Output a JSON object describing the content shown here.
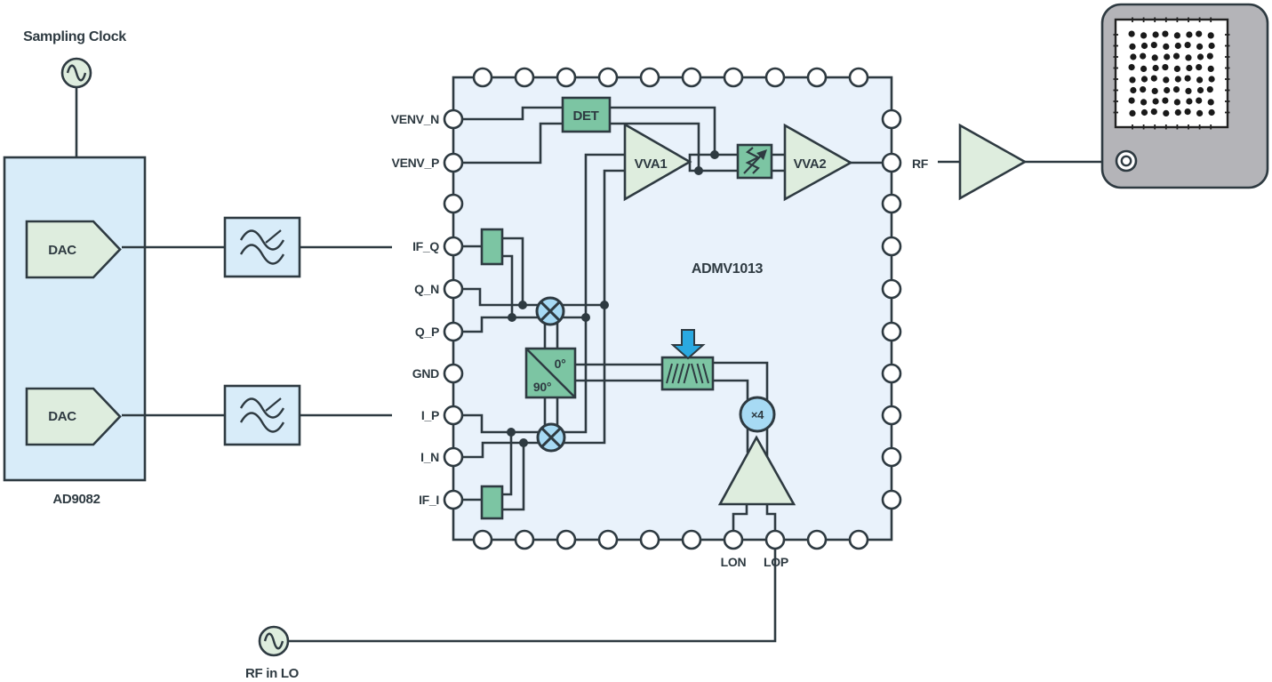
{
  "sources": {
    "sampling_clock": "Sampling Clock",
    "lo_source": "RF in LO"
  },
  "ad9082": {
    "name": "AD9082",
    "dac_top": "DAC",
    "dac_bottom": "DAC"
  },
  "chip": {
    "name": "ADMV1013",
    "left_pins": [
      "VENV_N",
      "VENV_P",
      "",
      "IF_Q",
      "Q_N",
      "Q_P",
      "GND",
      "I_P",
      "I_N",
      "IF_I"
    ],
    "lon": "LON",
    "lop": "LOP",
    "rf": "RF",
    "det": "DET",
    "vva1": "VVA1",
    "vva2": "VVA2",
    "phase_0": "0°",
    "phase_90": "90°",
    "multiplier": "×4"
  },
  "colors": {
    "ink": "#2e3a41",
    "chip_fill": "#e9f2fb",
    "light_blue": "#d8ecf9",
    "pale_green": "#deedde",
    "green": "#7cc5a3",
    "mixer_blue": "#a7daf4",
    "arrow_blue": "#2aa9e1",
    "antenna_gray": "#b4b4b8"
  }
}
